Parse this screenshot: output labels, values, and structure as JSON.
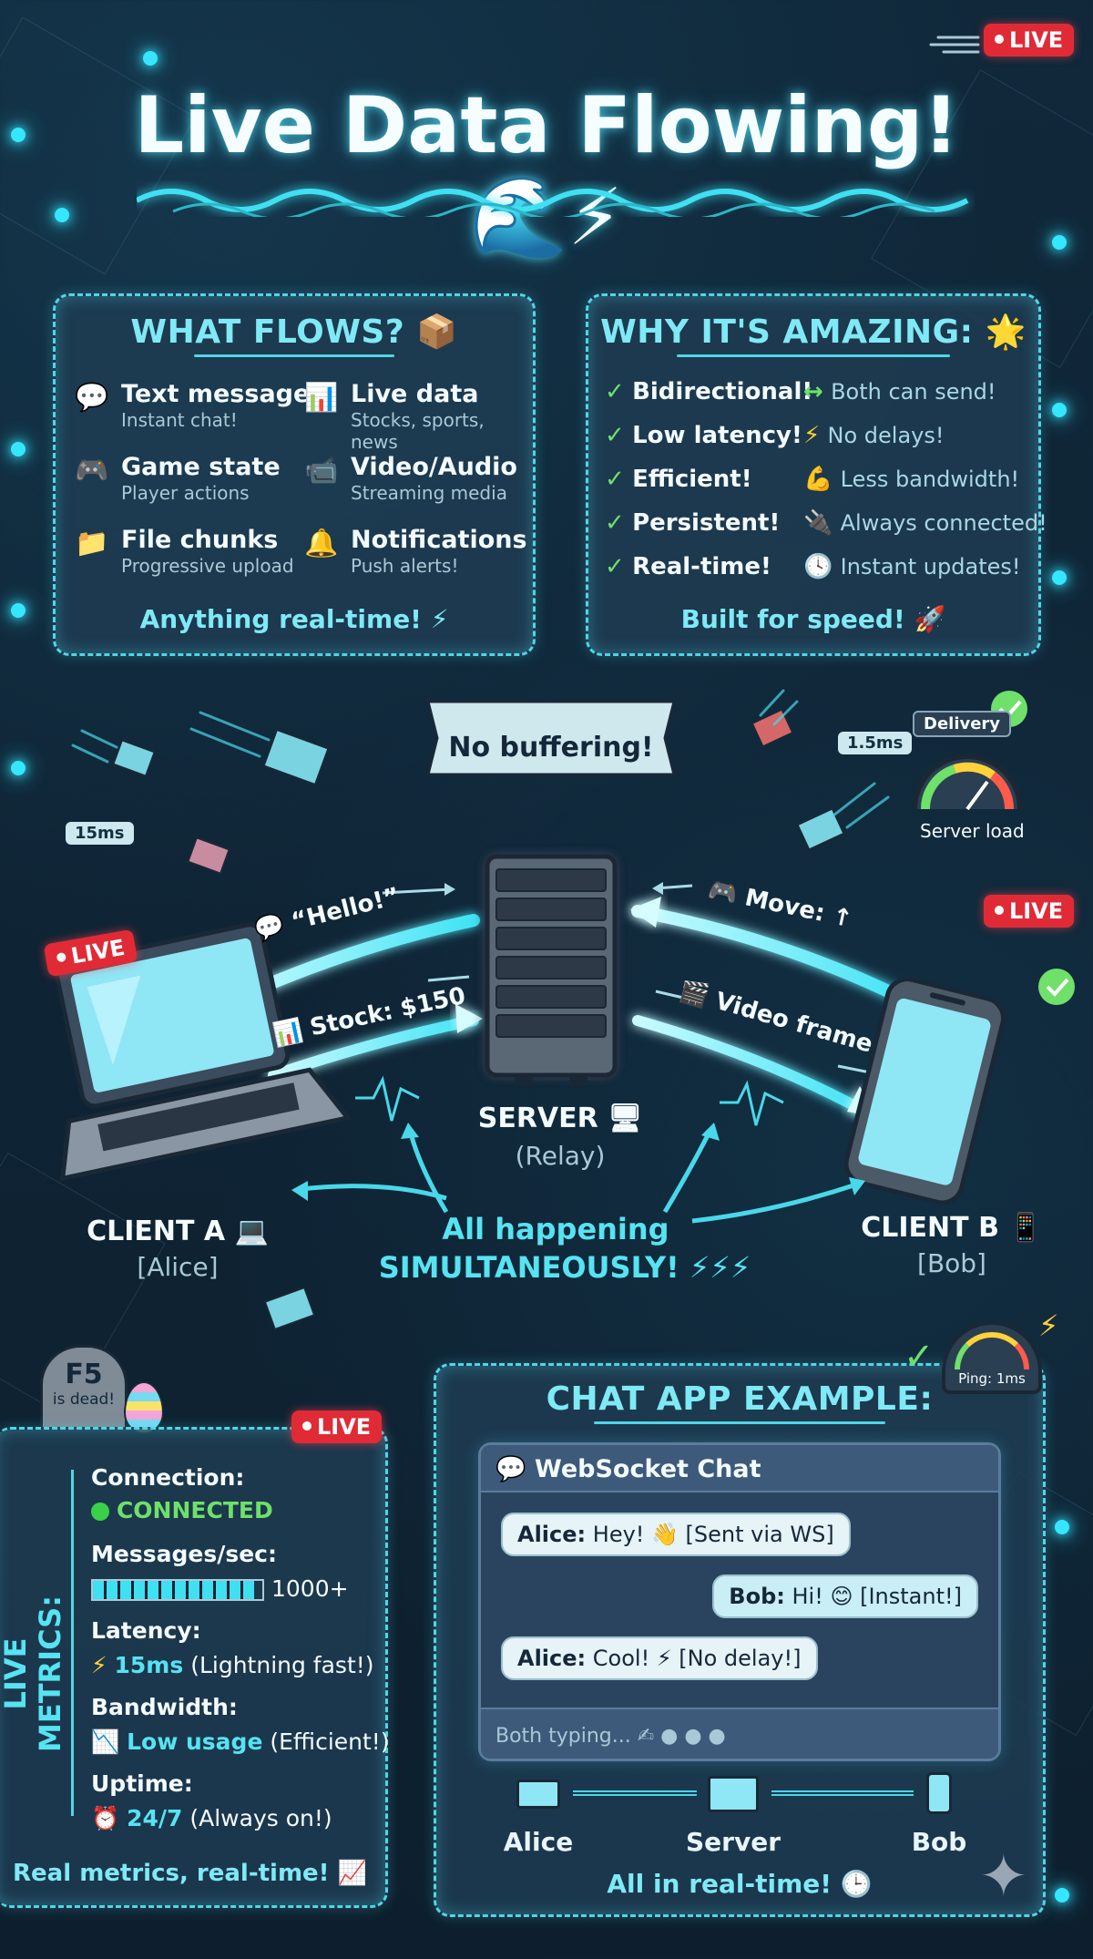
{
  "title": "Live Data Flowing! 🌊⚡",
  "live_label": "LIVE",
  "what_flows": {
    "title": "WHAT FLOWS? 📦",
    "items": [
      {
        "icon": "💬",
        "name": "Text messages",
        "desc": "Instant chat!"
      },
      {
        "icon": "📊",
        "name": "Live data",
        "desc": "Stocks, sports, news"
      },
      {
        "icon": "🎮",
        "name": "Game state",
        "desc": "Player actions"
      },
      {
        "icon": "📹",
        "name": "Video/Audio",
        "desc": "Streaming media"
      },
      {
        "icon": "📁",
        "name": "File chunks",
        "desc": "Progressive upload"
      },
      {
        "icon": "🔔",
        "name": "Notifications",
        "desc": "Push alerts!"
      }
    ],
    "footer": "Anything real-time! ⚡"
  },
  "why_amazing": {
    "title": "WHY IT'S AMAZING: 🌟",
    "rows": [
      {
        "check": "✓",
        "feature": "Bidirectional!",
        "icon": "↔",
        "note": "Both can send!"
      },
      {
        "check": "✓",
        "feature": "Low latency!",
        "icon": "⚡",
        "note": "No delays!"
      },
      {
        "check": "✓",
        "feature": "Efficient!",
        "icon": "💪",
        "note": "Less bandwidth!"
      },
      {
        "check": "✓",
        "feature": "Persistent!",
        "icon": "🔌",
        "note": "Always connected!"
      },
      {
        "check": "✓",
        "feature": "Real-time!",
        "icon": "🕓",
        "note": "Instant updates!"
      }
    ],
    "footer": "Built for speed! 🚀"
  },
  "diagram": {
    "banner": "No buffering!",
    "latency_left": "15ms",
    "latency_right": "1.5ms",
    "delivery": "Delivery",
    "server_load": "Server load",
    "msg_hello": "“Hello!”",
    "msg_stock": "Stock: $150",
    "msg_move": "Move: ↑",
    "msg_video": "Video frame",
    "server_label": "SERVER 🖥",
    "server_sub": "(Relay)",
    "client_a": "CLIENT A 💻",
    "client_a_sub": "[Alice]",
    "client_b": "CLIENT B 📱",
    "client_b_sub": "[Bob]",
    "simul_1": "All happening",
    "simul_2": "SIMULTANEOUSLY! ⚡⚡⚡"
  },
  "tombstone": {
    "line1": "F5",
    "line2": "is dead!"
  },
  "metrics": {
    "side_title": "LIVE METRICS:",
    "connection_label": "Connection:",
    "connection_value": "CONNECTED",
    "mps_label": "Messages/sec:",
    "mps_value": "1000+",
    "mps_fill": 0.95,
    "latency_label": "Latency:",
    "latency_value": "15ms",
    "latency_note": "(Lightning fast!)",
    "bandwidth_label": "Bandwidth:",
    "bandwidth_value": "Low usage",
    "bandwidth_note": "(Efficient!)",
    "uptime_label": "Uptime:",
    "uptime_value": "24/7",
    "uptime_note": "(Always on!)",
    "footer": "Real metrics, real-time! 📈"
  },
  "chat_example": {
    "title": "CHAT APP EXAMPLE:",
    "ping": "Ping: 1ms",
    "window_title": "💬 WebSocket Chat",
    "messages": [
      {
        "sender": "Alice:",
        "text": "Hey! 👋 [Sent via WS]"
      },
      {
        "sender": "Bob:",
        "text": "Hi! 😊 [Instant!]"
      },
      {
        "sender": "Alice:",
        "text": "Cool! ⚡ [No delay!]"
      }
    ],
    "typing": "Both typing... ✍ ● ● ●",
    "node_alice": "Alice",
    "node_server": "Server",
    "node_bob": "Bob",
    "footer": "All in real-time! 🕒"
  },
  "colors": {
    "accent": "#56e3f2",
    "live": "#e02b36",
    "check": "#6fe06a",
    "bg": "#0f2233"
  }
}
